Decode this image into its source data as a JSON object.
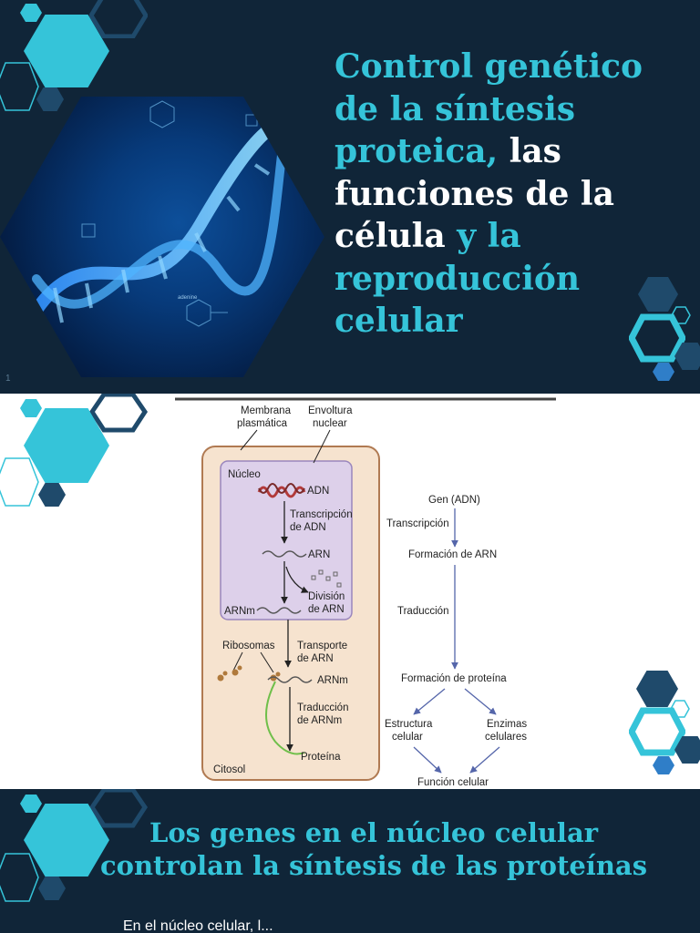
{
  "slide1": {
    "title_parts": [
      {
        "text": "Control genético de la síntesis proteica,",
        "color": "cyan"
      },
      {
        "text": " las funciones de la célula",
        "color": "white"
      },
      {
        "text": " y la reproducción celular",
        "color": "cyan"
      }
    ],
    "slide_number": "1",
    "image_labels": {
      "adenine": "adenine"
    }
  },
  "diagram": {
    "membrane_label": "Membrana plasmática",
    "envelope_label": "Envoltura nuclear",
    "nucleus_label": "Núcleo",
    "dna_label": "ADN",
    "transcription_dna": "Transcripción de ADN",
    "rna_label": "ARN",
    "rna_division": "División de ARN",
    "mrna_label_left": "ARNm",
    "rna_of": "de ARN",
    "ribosomes_label": "Ribosomas",
    "rna_transport": "Transporte de ARN",
    "mrna_label": "ARNm",
    "mrna_translation": "Traducción de ARNm",
    "protein_label": "Proteína",
    "cytosol_label": "Citosol",
    "flow": {
      "gene": "Gen (ADN)",
      "transcription": "Transcripción",
      "rna_formation": "Formación de ARN",
      "translation": "Traducción",
      "protein_formation": "Formación de proteína",
      "cell_structure": "Estructura celular",
      "cell_enzymes": "Enzimas celulares",
      "cell_function": "Función celular"
    }
  },
  "slide3": {
    "title": "Los genes en el núcleo celular controlan la síntesis de las proteínas",
    "body_partial": "En el núcleo celular, l..."
  },
  "colors": {
    "navy": "#102538",
    "cyan": "#35c4d9",
    "dark_hex": "#1f4a6b",
    "cell_fill": "#f6e3cf",
    "nucleus_fill": "#ddd0ea"
  }
}
